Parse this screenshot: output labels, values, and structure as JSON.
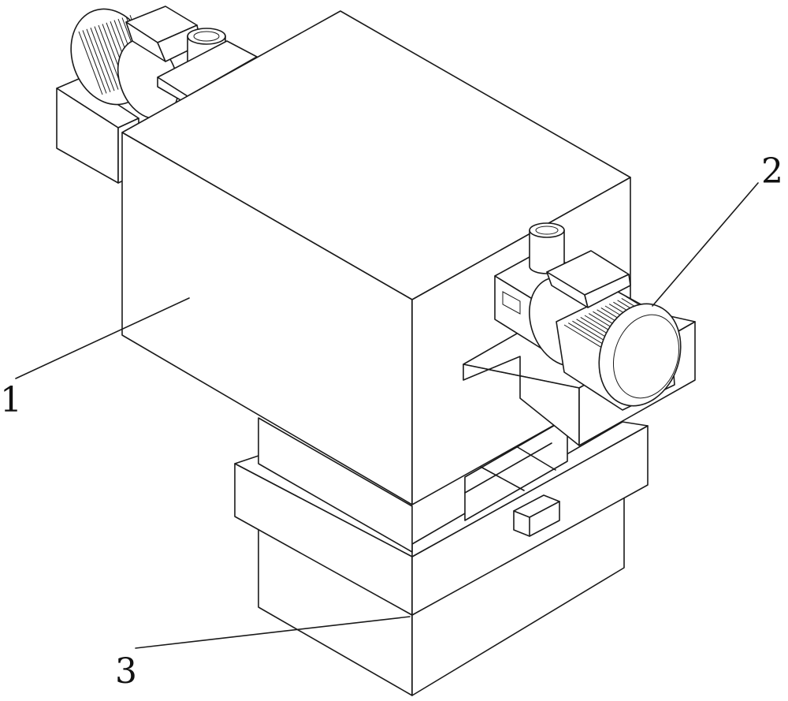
{
  "labels": [
    {
      "id": "1",
      "text": "1"
    },
    {
      "id": "2",
      "text": "2"
    },
    {
      "id": "3",
      "text": "3"
    }
  ],
  "colors": {
    "stroke": "#1a1a1a",
    "background": "#ffffff"
  }
}
